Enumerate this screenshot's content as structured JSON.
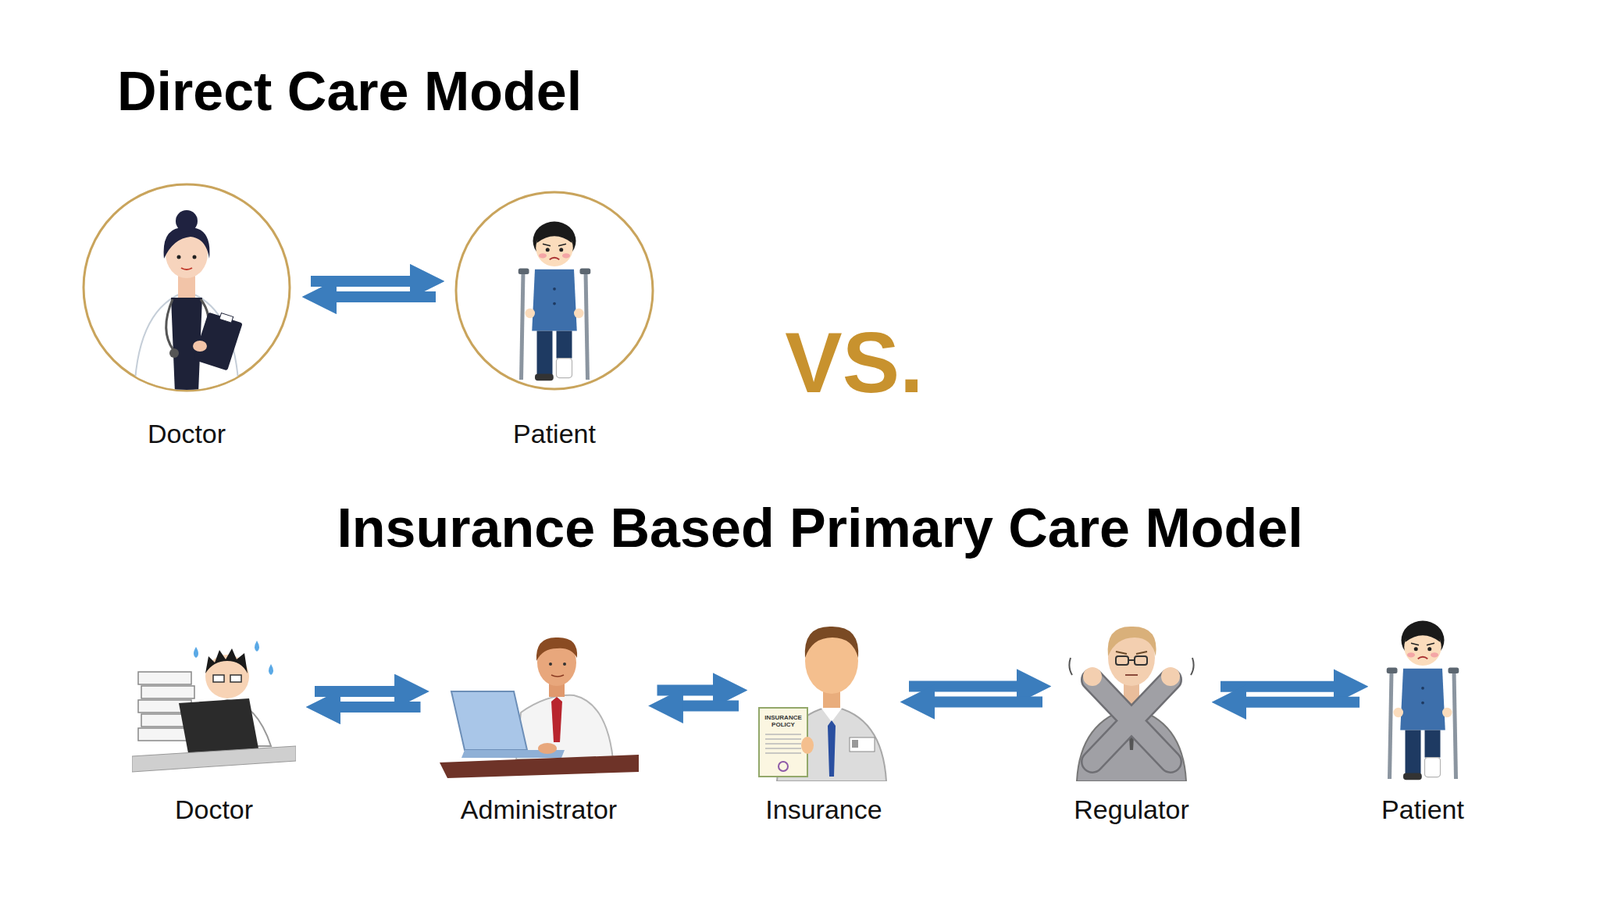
{
  "diagram": {
    "title": "Direct Care Model",
    "nodes": [
      {
        "text": [
          "Doctor"
        ]
      },
      {
        "text": [
          "Patient"
        ]
      },
      {
        "text": [
          "Doctor"
        ]
      },
      {
        "text": [
          "Administrator"
        ]
      },
      {
        "text": [
          "Insurance"
        ]
      },
      {
        "text": [
          "Regulator"
        ]
      },
      {
        "text": [
          "Patient"
        ]
      }
    ],
    "edges": [
      {
        "from": 0,
        "to": 1,
        "arrow": "both"
      },
      {
        "from": 2,
        "to": 3,
        "arrow": "both"
      },
      {
        "from": 3,
        "to": 4,
        "arrow": "both"
      },
      {
        "from": 4,
        "to": 5,
        "arrow": "both"
      },
      {
        "from": 5,
        "to": 6,
        "arrow": "both"
      }
    ],
    "labels": [
      "VS.",
      "Insurance Based Primary Care Model",
      "INSURANCE POLICY"
    ]
  }
}
